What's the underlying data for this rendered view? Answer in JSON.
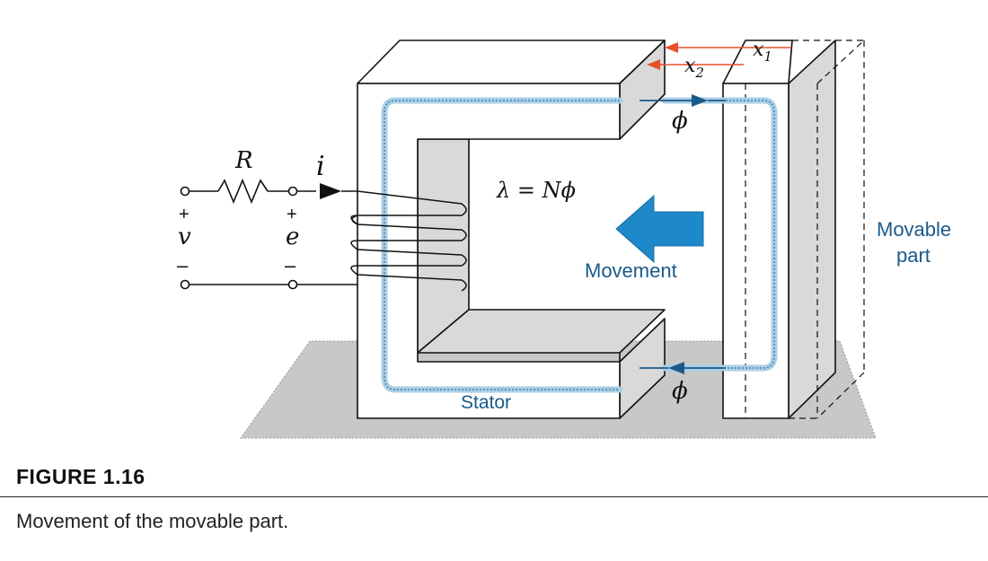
{
  "figure": {
    "labels": {
      "resistor": "R",
      "current": "i",
      "source_voltage": "v",
      "emf": "e",
      "plus": "+",
      "minus": "–",
      "flux_linkage_eq": "λ = Nϕ",
      "flux": "ϕ",
      "x1": "x",
      "x1_sub": "1",
      "x2": "x",
      "x2_sub": "2",
      "movement": "Movement",
      "movable_part_line1": "Movable",
      "movable_part_line2": "part",
      "stator": "Stator"
    },
    "colors": {
      "outline": "#111111",
      "face_gray": "#d9d9d9",
      "base_gray": "#c8c8c8",
      "flux_path": "#a9cfe6",
      "flux_arrow": "#1a5a8a",
      "movement_arrow": "#1e88c8",
      "distance_arrow": "#e8502a"
    }
  },
  "caption": {
    "title": "FIGURE 1.16",
    "text": "Movement of the movable part."
  }
}
